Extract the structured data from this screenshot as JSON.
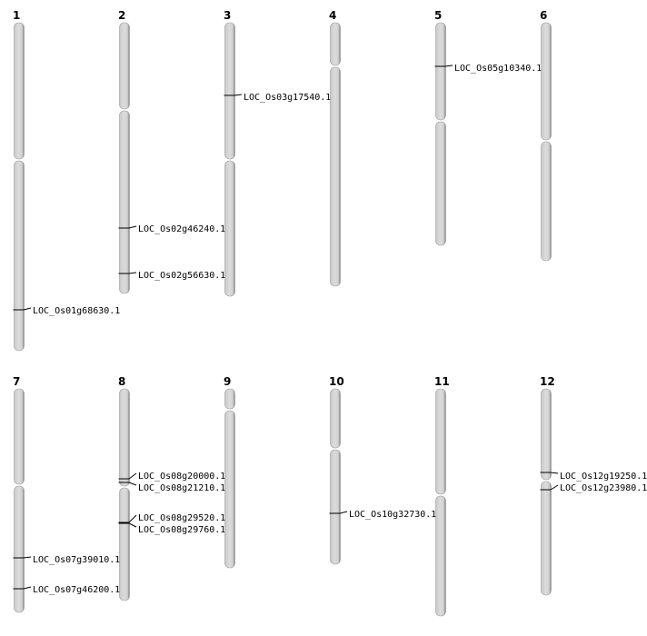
{
  "title": "Chromosome gene location map",
  "chromosomes": [
    {
      "name": "1",
      "genes": [
        "LOC_Os01g68630.1"
      ]
    },
    {
      "name": "2",
      "genes": [
        "LOC_Os02g46240.1",
        "LOC_Os02g56630.1"
      ]
    },
    {
      "name": "3",
      "genes": [
        "LOC_Os03g17540.1"
      ]
    },
    {
      "name": "4",
      "genes": []
    },
    {
      "name": "5",
      "genes": [
        "LOC_Os05g10340.1"
      ]
    },
    {
      "name": "6",
      "genes": []
    },
    {
      "name": "7",
      "genes": [
        "LOC_Os07g39010.1",
        "LOC_Os07g46200.1"
      ]
    },
    {
      "name": "8",
      "genes": [
        "LOC_Os08g20000.1",
        "LOC_Os08g21210.1",
        "LOC_Os08g29520.1",
        "LOC_Os08g29760.1"
      ]
    },
    {
      "name": "9",
      "genes": []
    },
    {
      "name": "10",
      "genes": [
        "LOC_Os10g32730.1"
      ]
    },
    {
      "name": "11",
      "genes": []
    },
    {
      "name": "12",
      "genes": [
        "LOC_Os12g19250.1",
        "LOC_Os12g23980.1"
      ]
    }
  ],
  "colors": {
    "chromosome": "#d4d4d4",
    "outline": "#8a8a8a",
    "marker": "#000000"
  }
}
